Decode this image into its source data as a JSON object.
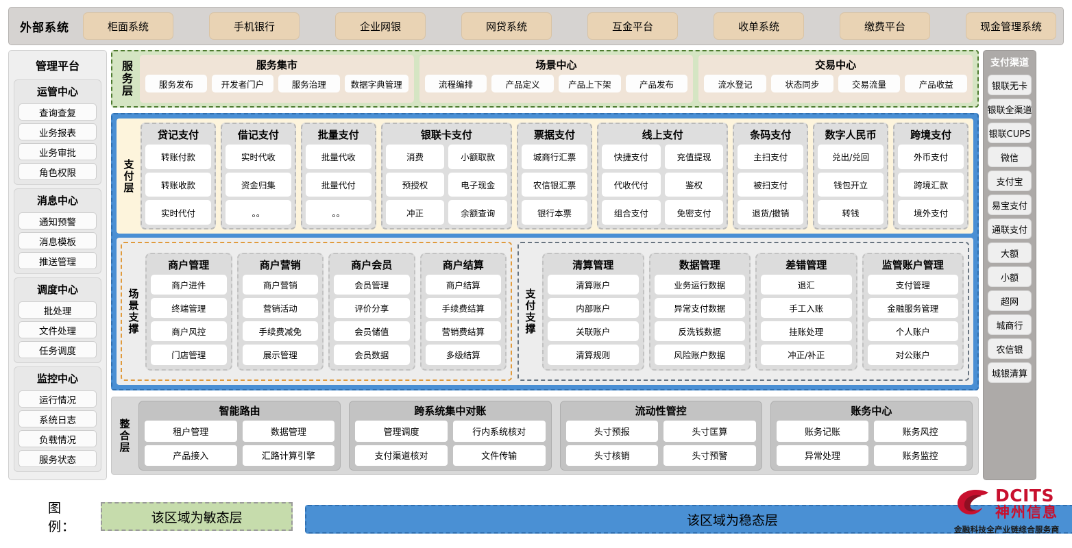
{
  "external": {
    "title": "外部系统",
    "items": [
      "柜面系统",
      "手机银行",
      "企业网银",
      "网贷系统",
      "互金平台",
      "收单系统",
      "缴费平台",
      "现金管理系统"
    ]
  },
  "left_panel": {
    "title": "管理平台",
    "groups": [
      {
        "title": "运管中心",
        "items": [
          "查询查复",
          "业务报表",
          "业务审批",
          "角色权限"
        ]
      },
      {
        "title": "消息中心",
        "items": [
          "通知预警",
          "消息模板",
          "推送管理"
        ]
      },
      {
        "title": "调度中心",
        "items": [
          "批处理",
          "文件处理",
          "任务调度"
        ]
      },
      {
        "title": "监控中心",
        "items": [
          "运行情况",
          "系统日志",
          "负载情况",
          "服务状态"
        ]
      }
    ]
  },
  "right_panel": {
    "title": "支付渠道",
    "items": [
      "银联无卡",
      "银联全渠道",
      "银联CUPS",
      "微信",
      "支付宝",
      "易宝支付",
      "通联支付",
      "大额",
      "小额",
      "超网",
      "城商行",
      "农信银",
      "城银清算"
    ]
  },
  "service_layer": {
    "label": "服务层",
    "cards": [
      {
        "title": "服务集市",
        "items": [
          "服务发布",
          "开发者门户",
          "服务治理",
          "数据字典管理"
        ]
      },
      {
        "title": "场景中心",
        "items": [
          "流程编排",
          "产品定义",
          "产品上下架",
          "产品发布"
        ]
      },
      {
        "title": "交易中心",
        "items": [
          "流水登记",
          "状态同步",
          "交易流量",
          "产品收益"
        ]
      }
    ]
  },
  "payment_layer": {
    "label": "支付层",
    "cards": [
      {
        "title": "贷记支付",
        "cols": 1,
        "rows": [
          [
            "转账付款"
          ],
          [
            "转账收款"
          ],
          [
            "实时代付"
          ]
        ]
      },
      {
        "title": "借记支付",
        "cols": 1,
        "rows": [
          [
            "实时代收"
          ],
          [
            "资金归集"
          ],
          [
            "。。"
          ]
        ]
      },
      {
        "title": "批量支付",
        "cols": 1,
        "rows": [
          [
            "批量代收"
          ],
          [
            "批量代付"
          ],
          [
            "。。"
          ]
        ]
      },
      {
        "title": "银联卡支付",
        "cols": 2,
        "rows": [
          [
            "消费",
            "小额取款"
          ],
          [
            "预授权",
            "电子现金"
          ],
          [
            "冲正",
            "余额查询"
          ]
        ]
      },
      {
        "title": "票据支付",
        "cols": 1,
        "rows": [
          [
            "城商行汇票"
          ],
          [
            "农信银汇票"
          ],
          [
            "银行本票"
          ]
        ]
      },
      {
        "title": "线上支付",
        "cols": 2,
        "rows": [
          [
            "快捷支付",
            "充值提现"
          ],
          [
            "代收代付",
            "鉴权"
          ],
          [
            "组合支付",
            "免密支付"
          ]
        ]
      },
      {
        "title": "条码支付",
        "cols": 1,
        "rows": [
          [
            "主扫支付"
          ],
          [
            "被扫支付"
          ],
          [
            "退货/撤销"
          ]
        ]
      },
      {
        "title": "数字人民币",
        "cols": 1,
        "rows": [
          [
            "兑出/兑回"
          ],
          [
            "钱包开立"
          ],
          [
            "转钱"
          ]
        ]
      },
      {
        "title": "跨境支付",
        "cols": 1,
        "rows": [
          [
            "外币支付"
          ],
          [
            "跨境汇款"
          ],
          [
            "境外支付"
          ]
        ]
      }
    ]
  },
  "support_layer": {
    "scene": {
      "label": "场景支撑",
      "cards": [
        {
          "title": "商户管理",
          "items": [
            "商户进件",
            "终端管理",
            "商户风控",
            "门店管理"
          ]
        },
        {
          "title": "商户营销",
          "items": [
            "商户营销",
            "营销活动",
            "手续费减免",
            "展示管理"
          ]
        },
        {
          "title": "商户会员",
          "items": [
            "会员管理",
            "评价分享",
            "会员储值",
            "会员数据"
          ]
        },
        {
          "title": "商户结算",
          "items": [
            "商户结算",
            "手续费结算",
            "营销费结算",
            "多级结算"
          ]
        }
      ]
    },
    "payment": {
      "label": "支付支撑",
      "cards": [
        {
          "title": "清算管理",
          "items": [
            "清算账户",
            "内部账户",
            "关联账户",
            "清算规则"
          ]
        },
        {
          "title": "数据管理",
          "items": [
            "业务运行数据",
            "异常支付数据",
            "反洗钱数据",
            "风险账户数据"
          ]
        },
        {
          "title": "差错管理",
          "items": [
            "退汇",
            "手工入账",
            "挂账处理",
            "冲正/补正"
          ]
        },
        {
          "title": "监管账户管理",
          "items": [
            "支付管理",
            "金融服务管理",
            "个人账户",
            "对公账户"
          ]
        }
      ]
    }
  },
  "integration_layer": {
    "label": "整合层",
    "cards": [
      {
        "title": "智能路由",
        "rows": [
          [
            "租户管理",
            "数据管理"
          ],
          [
            "产品接入",
            "汇路计算引擎"
          ]
        ]
      },
      {
        "title": "跨系统集中对账",
        "rows": [
          [
            "管理调度",
            "行内系统核对"
          ],
          [
            "支付渠道核对",
            "文件传输"
          ]
        ]
      },
      {
        "title": "流动性管控",
        "rows": [
          [
            "头寸预报",
            "头寸匡算"
          ],
          [
            "头寸核销",
            "头寸预警"
          ]
        ]
      },
      {
        "title": "账务中心",
        "rows": [
          [
            "账务记账",
            "账务风控"
          ],
          [
            "异常处理",
            "账务监控"
          ]
        ]
      }
    ]
  },
  "legend": {
    "label": "图例：",
    "agile": "该区域为敏态层",
    "stable": "该区域为稳态层",
    "agile_color": "#c6dcac",
    "stable_color": "#4a90d4"
  },
  "logo": {
    "en": "DCITS",
    "cn": "神州信息",
    "tagline": "金融科技全产业链综合服务商",
    "color": "#c8102e"
  }
}
